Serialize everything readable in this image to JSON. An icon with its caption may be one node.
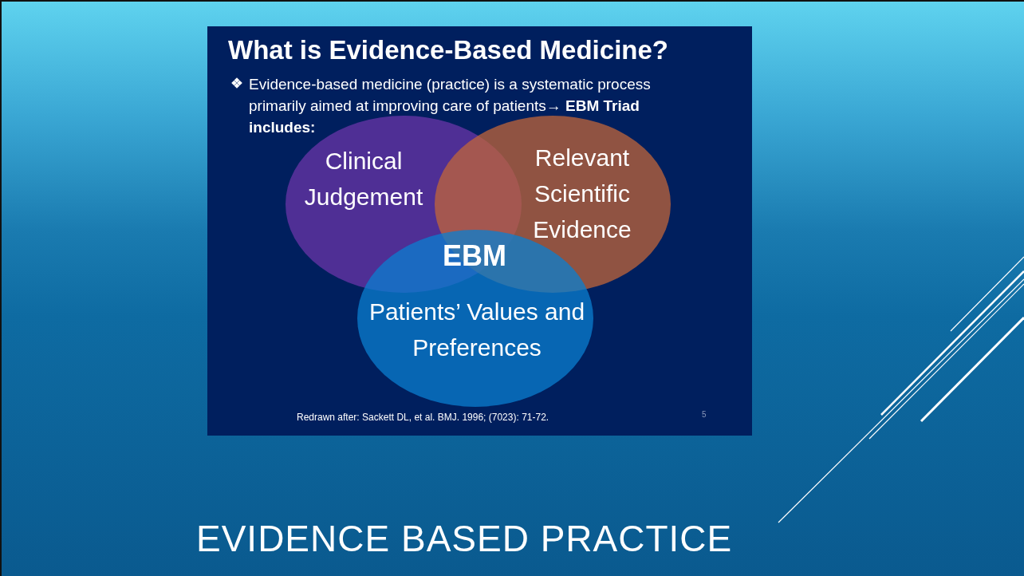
{
  "diagram": {
    "title": "What is Evidence-Based Medicine?",
    "nodes": [
      {
        "text": [
          "Clinical Judgement"
        ]
      },
      {
        "text": [
          "Relevant Scientific Evidence"
        ]
      },
      {
        "text": [
          "Patients’ Values and Preferences"
        ]
      }
    ],
    "labels": [
      "Evidence-based medicine (practice) is a systematic process primarily aimed at improving care of patients→ **EBM Triad includes:**",
      "EBM",
      "Redrawn after: Sackett DL, et al. BMJ. 1996; (7023): 71-72.",
      "5",
      "EVIDENCE BASED PRACTICE"
    ]
  }
}
